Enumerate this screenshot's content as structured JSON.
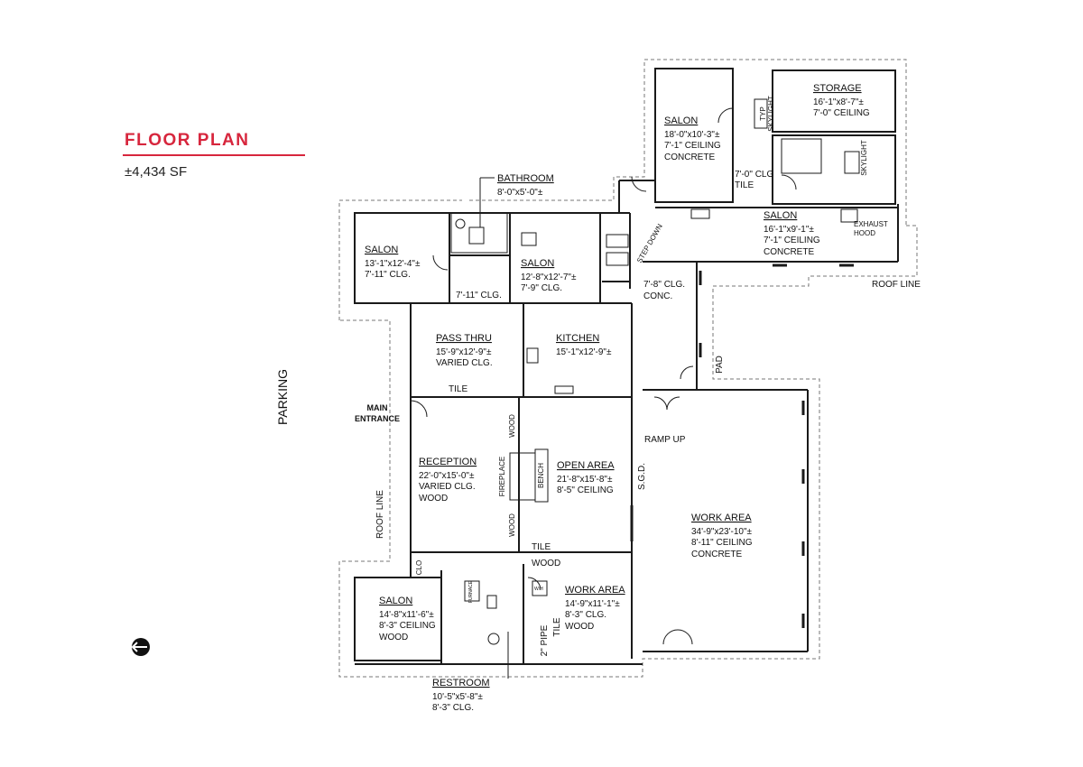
{
  "header": {
    "title": "FLOOR PLAN",
    "total_area": "±4,434 SF"
  },
  "colors": {
    "accent": "#d7263d",
    "wall": "#1a1a1a",
    "roof_line": "#777777",
    "text": "#111111"
  },
  "site_labels": {
    "parking": "PARKING",
    "main_entrance_line1": "MAIN",
    "main_entrance_line2": "ENTRANCE",
    "roof_line_left": "ROOF LINE",
    "roof_line_right": "ROOF LINE",
    "ramp_up": "RAMP UP",
    "step_down": "STEP DOWN",
    "pad": "PAD",
    "sgd": "S.G.D."
  },
  "rooms": {
    "salon_nw": {
      "name": "SALON",
      "dims": "13'-1\"x12'-4\"±",
      "ceiling": "7'-11\" CLG."
    },
    "bathroom": {
      "name": "BATHROOM",
      "dims": "8'-0\"x5'-0\"±"
    },
    "salon_n": {
      "name": "SALON",
      "dims": "12'-8\"x12'-7\"±",
      "ceiling": "7'-9\" CLG."
    },
    "hall_ceiling": "7'-11\" CLG.",
    "salon_ne1": {
      "name": "SALON",
      "dims": "18'-0\"x10'-3\"±",
      "ceiling": "7'-1\" CEILING",
      "floor": "CONCRETE"
    },
    "storage": {
      "name": "STORAGE",
      "dims": "16'-1\"x8'-7\"±",
      "ceiling": "7'-0\" CEILING"
    },
    "corridor_ne": {
      "ceiling": "7'-0\" CLG",
      "floor": "TILE"
    },
    "salon_ne2": {
      "name": "SALON",
      "dims": "16'-1\"x9'-1\"±",
      "ceiling": "7'-1\" CEILING",
      "floor": "CONCRETE"
    },
    "exhaust_hood_line1": "EXHAUST",
    "exhaust_hood_line2": "HOOD",
    "skylight": "SKYLIGHT",
    "typ_skylight_line1": "TYP",
    "typ_skylight_line2": "SKYLIGHT",
    "hall_center": {
      "ceiling": "7'-8\" CLG.",
      "floor": "CONC."
    },
    "pass_thru": {
      "name": "PASS THRU",
      "dims": "15'-9\"x12'-9\"±",
      "ceiling": "VARIED CLG."
    },
    "kitchen": {
      "name": "KITCHEN",
      "dims": "15'-1\"x12'-9\"±"
    },
    "tile_top": "TILE",
    "reception": {
      "name": "RECEPTION",
      "dims": "22'-0\"x15'-0\"±",
      "ceiling": "VARIED CLG.",
      "floor": "WOOD"
    },
    "open_area": {
      "name": "OPEN AREA",
      "dims": "21'-8\"x15'-8\"±",
      "ceiling": "8'-5\" CEILING"
    },
    "fireplace": "FIREPLACE",
    "bench": "BENCH",
    "wood_upper": "WOOD",
    "wood_lower": "WOOD",
    "tile_mid": "TILE",
    "work_area_large": {
      "name": "WORK AREA",
      "dims": "34'-9\"x23'-10\"±",
      "ceiling": "8'-11\" CEILING",
      "floor": "CONCRETE"
    },
    "clo": "CLO",
    "wood_bottom": "WOOD",
    "furnace": "FURNACE",
    "wh": "W/H",
    "salon_sw": {
      "name": "SALON",
      "dims": "14'-8\"x11'-6\"±",
      "ceiling": "8'-3\" CEILING",
      "floor": "WOOD"
    },
    "work_area_small": {
      "name": "WORK AREA",
      "dims": "14'-9\"x11'-1\"±",
      "ceiling": "8'-3\" CLG.",
      "floor": "WOOD"
    },
    "pipe": "2\" PIPE",
    "tile_bottom": "TILE",
    "restroom": {
      "name": "RESTROOM",
      "dims": "10'-5\"x5'-8\"±",
      "ceiling": "8'-3\" CLG."
    }
  }
}
